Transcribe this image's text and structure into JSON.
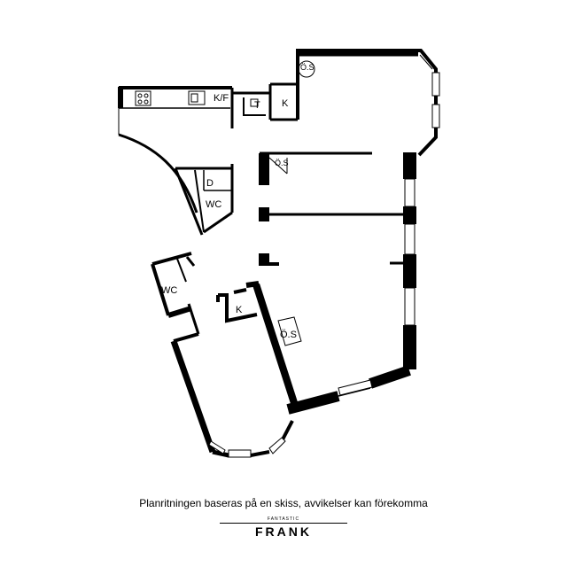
{
  "rooms": {
    "os_top": "Ö.S",
    "kf": "K/F",
    "t": "T",
    "k_top": "K",
    "os_mid": "Ö.S",
    "d": "D",
    "wc_center": "WC",
    "wc_left": "WC",
    "k_bottom": "K",
    "os_bottom": "Ö.S"
  },
  "footer": {
    "disclaimer": "Planritningen baseras på en skiss, avvikelser kan förekomma",
    "brand_tagline": "FANTASTIC",
    "brand_name": "FRANK"
  },
  "colors": {
    "wall": "#000000",
    "background": "#ffffff",
    "window": "#ffffff"
  }
}
